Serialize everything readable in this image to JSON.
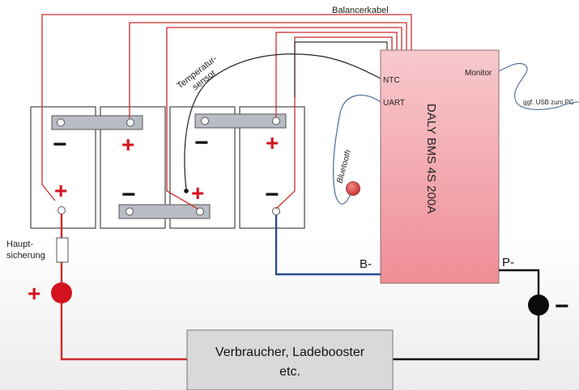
{
  "labels": {
    "balancer": "Balancerkabel",
    "temp_sensor_1": "Temperatur-",
    "temp_sensor_2": "sensor",
    "ntc": "NTC",
    "uart": "UART",
    "monitor": "Monitor",
    "usb": "ggf. USB zum PC",
    "bluetooth": "Bluetooth",
    "bms": "DALY BMS 4S 200A",
    "b_minus": "B-",
    "p_minus": "P-",
    "fuse_1": "Haupt-",
    "fuse_2": "sicherung",
    "load_1": "Verbraucher, Ladebooster",
    "load_2": "etc.",
    "plus": "+",
    "minus": "−"
  },
  "colors": {
    "red_wire": "#cc2b2b",
    "blue_wire": "#2a4c8c",
    "bms_fill_top": "#f7c9cd",
    "bms_fill_bottom": "#ef8d96",
    "terminal_red": "#d4121f",
    "battery_border": "#555555"
  },
  "icons": {
    "bluetooth": "bluetooth-module-icon",
    "terminal_positive": "positive-terminal-icon",
    "terminal_negative": "negative-terminal-icon"
  }
}
